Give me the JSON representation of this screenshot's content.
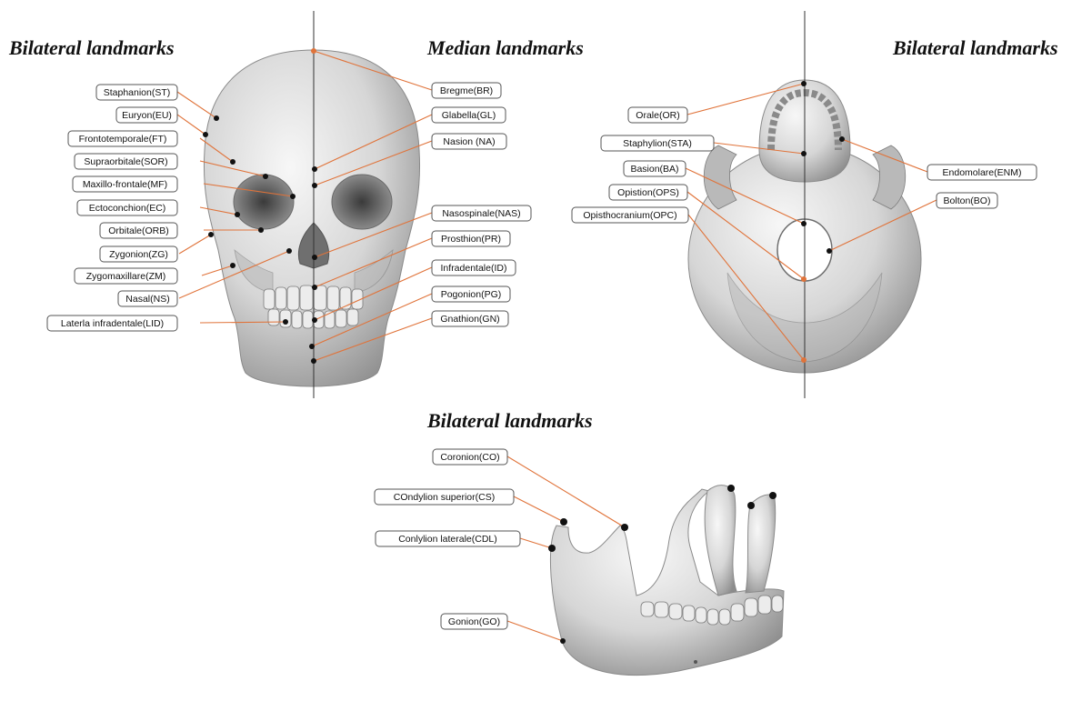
{
  "headings": {
    "front_left": "Bilateral landmarks",
    "front_right": "Median landmarks",
    "basal": "Bilateral landmarks",
    "mandible": "Bilateral landmarks"
  },
  "landmarks": {
    "bilateral_front": [
      "Staphanion(ST)",
      "Euryon(EU)",
      "Frontotemporale(FT)",
      "Supraorbitale(SOR)",
      "Maxillo-frontale(MF)",
      "Ectoconchion(EC)",
      "Orbitale(ORB)",
      "Zygonion(ZG)",
      "Zygomaxillare(ZM)",
      "Nasal(NS)",
      "Laterla infradentale(LID)"
    ],
    "median_front": [
      "Bregme(BR)",
      "Glabella(GL)",
      "Nasion (NA)",
      "Nasospinale(NAS)",
      "Prosthion(PR)",
      "Infradentale(ID)",
      "Pogonion(PG)",
      "Gnathion(GN)"
    ],
    "basal_left": [
      "Orale(OR)",
      "Staphylion(STA)",
      "Basion(BA)",
      "Opistion(OPS)",
      "Opisthocranium(OPC)"
    ],
    "basal_right": [
      "Endomolare(ENM)",
      "Bolton(BO)"
    ],
    "mandible": [
      "Coronion(CO)",
      "COndylion superior(CS)",
      "Conlylion laterale(CDL)",
      "Gonion(GO)"
    ]
  }
}
